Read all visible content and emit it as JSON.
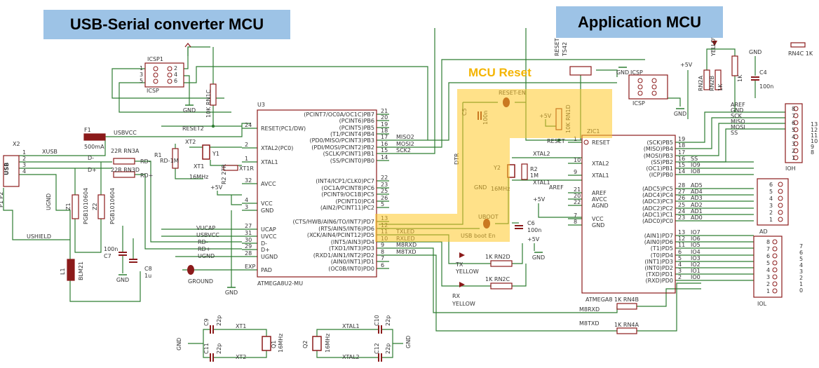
{
  "callouts": {
    "usb_serial": "USB-Serial converter MCU",
    "application": "Application MCU"
  },
  "highlight": {
    "mcu_reset_title": "MCU Reset",
    "reset_en": "RESET-EN",
    "uboot": "UBOOT",
    "usb_boot_en": "USB boot En",
    "dtr": "DTR"
  },
  "colors": {
    "wire": "#2e7d32",
    "part": "#8b1a1a",
    "callout_bg": "#9dc3e6",
    "highlight": "#ffc828",
    "mcu_reset_text": "#f4b400"
  },
  "usb_connector": {
    "ref": "X2",
    "name": "USB",
    "pins": [
      "1",
      "2",
      "3",
      "4"
    ],
    "pin_labels": [
      "XUSB",
      "D-",
      "D+",
      ""
    ],
    "p1": "P1",
    "p2": "P2",
    "ushield": "USHIELD",
    "ugnd": "UGND"
  },
  "fuse": {
    "ref": "F1",
    "value": "500mA",
    "net": "USBVCC"
  },
  "icsp1": {
    "ref": "ICSP1",
    "name": "ICSP",
    "pins": [
      "1",
      "2",
      "3",
      "4",
      "5",
      "6"
    ],
    "gnd": "GND"
  },
  "rn1c": {
    "ref": "RN1C",
    "value": "10K"
  },
  "reset2": "RESET2",
  "u3": {
    "ref": "U3",
    "part": "ATMEGA8U2-MU",
    "left_pins": [
      {
        "num": "24",
        "name": "RESET(PC1/DW)"
      },
      {
        "num": "2",
        "name": "XTAL2(PC0)"
      },
      {
        "num": "1",
        "name": "XTAL1"
      },
      {
        "num": "32",
        "name": "AVCC"
      },
      {
        "num": "4",
        "name": "VCC"
      },
      {
        "num": "3",
        "name": "GND"
      },
      {
        "num": "27",
        "name": "UCAP"
      },
      {
        "num": "31",
        "name": "UVCC"
      },
      {
        "num": "30",
        "name": "D-"
      },
      {
        "num": "29",
        "name": "D+"
      },
      {
        "num": "28",
        "name": "UGND"
      },
      {
        "num": "EXP",
        "name": "PAD"
      }
    ],
    "right_pins": [
      {
        "num": "21",
        "name": "(PCINT7/OC0A/OC1C)PB7"
      },
      {
        "num": "20",
        "name": "(PCINT6)PB6"
      },
      {
        "num": "19",
        "name": "(PCINT5)PB5"
      },
      {
        "num": "18",
        "name": "(T1/PCINT4)PB4"
      },
      {
        "num": "17",
        "name": "(PD0/MISO/PCINT3)PB3"
      },
      {
        "num": "16",
        "name": "(PDI/MOSI/PCINT2)PB2"
      },
      {
        "num": "15",
        "name": "(SCLK/PCINT1)PB1"
      },
      {
        "num": "14",
        "name": "(SS/PCINT0)PB0"
      },
      {
        "num": "22",
        "name": "(INT4/ICP1/CLK0)PC7"
      },
      {
        "num": "23",
        "name": "(OC1A/PCINT8)PC6"
      },
      {
        "num": "25",
        "name": "(PCINT9/OC1B)PC5"
      },
      {
        "num": "26",
        "name": "(PCINT10)PC4"
      },
      {
        "num": "5",
        "name": "(AIN2/PCINT11)PC2"
      },
      {
        "num": "13",
        "name": "(CTS/HWB/AIN6/TO/INT7)PD7"
      },
      {
        "num": "12",
        "name": "(RTS/AIN5/INT6)PD6"
      },
      {
        "num": "11",
        "name": "(XCK/AIN4/PCINT12)PD5"
      },
      {
        "num": "10",
        "name": "(INT5/AIN3)PD4"
      },
      {
        "num": "9",
        "name": "(TXD1/INT3)PD3"
      },
      {
        "num": "8",
        "name": "(RXD1/AIN1/INT2)PD2"
      },
      {
        "num": "7",
        "name": "(AIN0/INT1)PD1"
      },
      {
        "num": "6",
        "name": "(OC0B/INT0)PD0"
      }
    ],
    "right_nets": [
      "MISO2",
      "MOSI2",
      "SCK2",
      "TXLED",
      "RXLED",
      "M8RXD",
      "M8TXD"
    ]
  },
  "rn3": {
    "a": "RN3A",
    "d": "RN3D",
    "value": "22R",
    "rd_minus": "RD-",
    "rd_plus": "RD+"
  },
  "xt2_crystal": {
    "ref": "XT2",
    "ref2": "XT1",
    "y": "Y1",
    "freq": "16MHz"
  },
  "r1": {
    "ref": "R1",
    "value": "1M",
    "label": "RD-1M"
  },
  "r2_small": {
    "ref": "R2",
    "value": "27R",
    "label": "XT1R"
  },
  "z1": {
    "ref": "Z1",
    "value": "PGB1010604"
  },
  "z2": {
    "ref": "Z2",
    "value": "PGB1010604"
  },
  "l1": {
    "ref": "L1",
    "value": "BLM21"
  },
  "c7": {
    "ref": "C7",
    "value": "100n"
  },
  "c8": {
    "ref": "C8",
    "value": "1u"
  },
  "u3_nets": {
    "vucap": "VUCAP",
    "usbvcc": "USBVCC",
    "rd_minus": "RD-",
    "rd_plus": "RD+",
    "ugnd": "UGND"
  },
  "ground_label": "GROUND",
  "gnd": "GND",
  "plus5v": "+5V",
  "c5": {
    "ref": "C5",
    "value": "100n"
  },
  "rn1d": {
    "ref": "RN1D",
    "value": "10K"
  },
  "reset_net": "RESET",
  "y2": {
    "ref": "Y2",
    "r": "R2",
    "rval": "1M",
    "freq": "16MHz",
    "xtal1": "XTAL1",
    "xtal2": "XTAL2"
  },
  "c6": {
    "ref": "C6",
    "value": "100n"
  },
  "leds": {
    "tx": {
      "name": "TX",
      "color": "YELLOW",
      "res": "1K",
      "rn": "RN2D"
    },
    "rx": {
      "name": "RX",
      "color": "YELLOW",
      "res": "1K",
      "rn": "RN2C"
    }
  },
  "rn4": {
    "b": "RN4B",
    "a": "RN4A",
    "value": "1K",
    "m8rxd": "M8RXD",
    "m8txd": "M8TXD"
  },
  "zic1": {
    "ref": "ZIC1",
    "part": "ATMEGA8",
    "left_pins": [
      {
        "num": "1",
        "name": "RESET"
      },
      {
        "num": "10",
        "name": "XTAL2"
      },
      {
        "num": "9",
        "name": "XTAL1"
      },
      {
        "num": "21",
        "name": "AREF"
      },
      {
        "num": "20",
        "name": "AVCC"
      },
      {
        "num": "22",
        "name": "AGND"
      },
      {
        "num": "7",
        "name": "VCC"
      },
      {
        "num": "8",
        "name": "GND"
      }
    ],
    "right_pins": [
      {
        "num": "19",
        "name": "(SCK)PB5"
      },
      {
        "num": "18",
        "name": "(MISO)PB4"
      },
      {
        "num": "17",
        "name": "(MOSI)PB3"
      },
      {
        "num": "16",
        "name": "(SS)PB2"
      },
      {
        "num": "15",
        "name": "(OC1)PB1"
      },
      {
        "num": "14",
        "name": "(ICP)PB0"
      },
      {
        "num": "28",
        "name": "(ADC5)PC5"
      },
      {
        "num": "27",
        "name": "(ADC4)PC4"
      },
      {
        "num": "26",
        "name": "(ADC3)PC3"
      },
      {
        "num": "25",
        "name": "(ADC2)PC2"
      },
      {
        "num": "24",
        "name": "(ADC1)PC1"
      },
      {
        "num": "23",
        "name": "(ADC0)PC0"
      },
      {
        "num": "13",
        "name": "(AIN1)PD7"
      },
      {
        "num": "12",
        "name": "(AIN0)PD6"
      },
      {
        "num": "11",
        "name": "(T1)PD5"
      },
      {
        "num": "6",
        "name": "(T0)PD4"
      },
      {
        "num": "5",
        "name": "(INT1)PD3"
      },
      {
        "num": "4",
        "name": "(INT0)PD2"
      },
      {
        "num": "3",
        "name": "(TXD)PD1"
      },
      {
        "num": "2",
        "name": "(RXD)PD0"
      }
    ],
    "right_nets": [
      "SS",
      "IO9",
      "IO8",
      "AD5",
      "AD4",
      "AD3",
      "AD2",
      "AD1",
      "AD0",
      "IO7",
      "IO6",
      "IO5",
      "IO4",
      "IO3",
      "IO2",
      "IO1",
      "IO0"
    ]
  },
  "reset_switch": {
    "label": "RESET",
    "ref": "TS42"
  },
  "icsp2": {
    "name": "ICSP"
  },
  "rn2": {
    "a": "RN2A",
    "b": "RN2B",
    "value": "1K"
  },
  "l_yellow": "YELLOW",
  "r_1k": "1K",
  "c4": {
    "ref": "C4",
    "value": "100n"
  },
  "rn4c": "RN4C 1K",
  "ioh": {
    "ref": "IOH",
    "nets": [
      "AREF",
      "GND",
      "SCK",
      "MISO",
      "MOSI",
      "SS"
    ],
    "pin_nums": [
      "8",
      "7",
      "6",
      "5",
      "4",
      "3",
      "2",
      "1"
    ],
    "ext_nums": [
      "13",
      "12",
      "11",
      "10",
      "9",
      "8"
    ]
  },
  "ad_header": {
    "ref": "AD",
    "nums": [
      "6",
      "5",
      "4",
      "3",
      "2",
      "1"
    ]
  },
  "iol_header": {
    "ref": "IOL",
    "nums": [
      "8",
      "7",
      "6",
      "5",
      "4",
      "3",
      "2",
      "1"
    ],
    "ext_nums": [
      "7",
      "6",
      "5",
      "4",
      "3",
      "2",
      "1",
      "0"
    ]
  },
  "bottom": {
    "c9": {
      "ref": "C9",
      "value": "22p"
    },
    "c11": {
      "ref": "C11",
      "value": "22p"
    },
    "q1": {
      "ref": "Q1",
      "freq": "16MHz"
    },
    "xt1": "XT1",
    "xt2": "XT2",
    "q2": {
      "ref": "Q2",
      "freq": "16MHz"
    },
    "c10": {
      "ref": "C10",
      "value": "22p"
    },
    "c12": {
      "ref": "C12",
      "value": "22p"
    },
    "xtal1": "XTAL1",
    "xtal2": "XTAL2",
    "gnd": "GND"
  }
}
